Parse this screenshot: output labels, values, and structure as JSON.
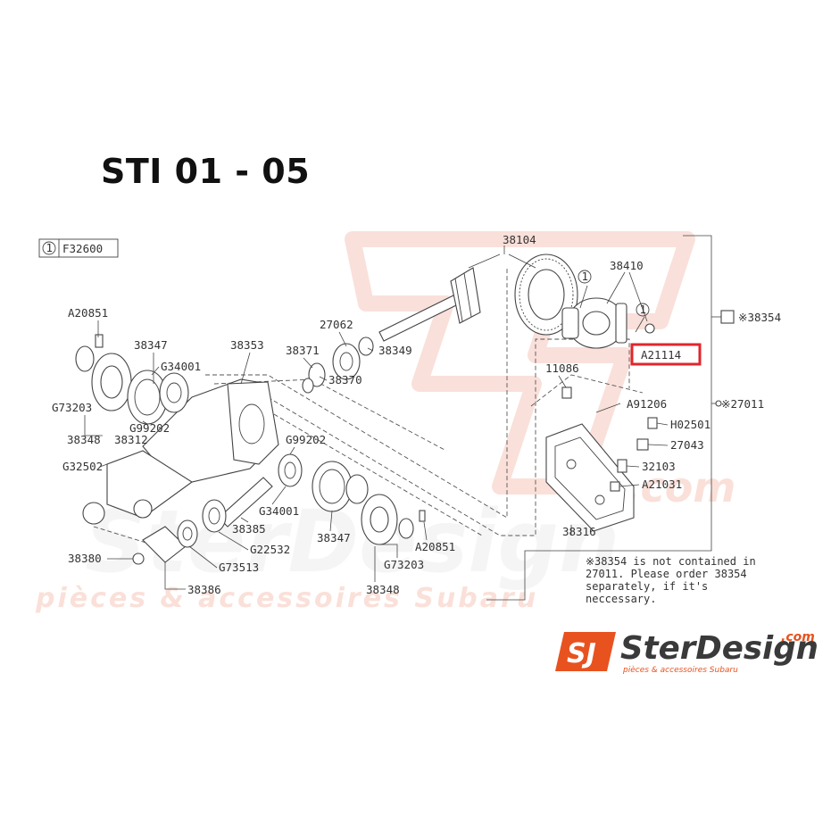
{
  "title": "STI 01 - 05",
  "ref_box": {
    "circle": "1",
    "code": "F32600"
  },
  "highlight": {
    "part": "A21114",
    "color": "#e0262b"
  },
  "watermark": {
    "brand": "SterDesign",
    "tagline": "pièces & accessoires Subaru",
    "domain": ".com",
    "color": "#f6c7bb"
  },
  "note_lines": [
    "※38354 is not contained in",
    "27011. Please order 38354",
    "separately, if it's",
    "neccessary."
  ],
  "parts": {
    "p38104": "38104",
    "p38410": "38410",
    "p38354": "※38354",
    "p27011": "※27011",
    "pA20851_top": "A20851",
    "p38347_top": "38347",
    "p38353": "38353",
    "p38371": "38371",
    "p27062": "27062",
    "p38349": "38349",
    "pG34001_top": "G34001",
    "p38370": "38370",
    "pG73203_left": "G73203",
    "pG99202_left": "G99202",
    "p38348_left": "38348",
    "p38312": "38312",
    "pG99202_mid": "G99202",
    "pG32502": "G32502",
    "p11086": "11086",
    "pA91206": "A91206",
    "pH02501": "H02501",
    "p27043": "27043",
    "p32103": "32103",
    "pA21031": "A21031",
    "pG34001_mid": "G34001",
    "p38385": "38385",
    "p38347_mid": "38347",
    "pG22532": "G22532",
    "pA20851_bottom": "A20851",
    "p38380": "38380",
    "pG73513": "G73513",
    "pG73203_bottom": "G73203",
    "p38316": "38316",
    "p38386": "38386",
    "p38348_bottom": "38348",
    "circle_1a": "1",
    "circle_1b": "1"
  },
  "logo": {
    "mark": "SJ",
    "brand": "SterDesign",
    "domain": ".com",
    "tagline": "pièces & accessoires Subaru",
    "mark_color": "#e8521f",
    "text_color": "#3a3a3a"
  }
}
